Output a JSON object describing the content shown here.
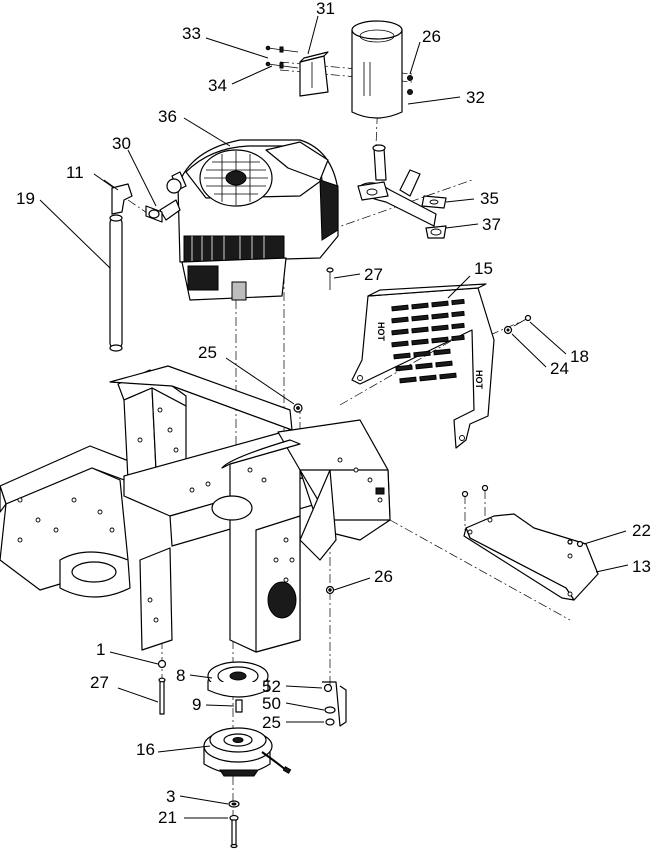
{
  "callouts": {
    "c31": "31",
    "c33": "33",
    "c26a": "26",
    "c34": "34",
    "c32": "32",
    "c36": "36",
    "c30": "30",
    "c11": "11",
    "c19": "19",
    "c35": "35",
    "c37": "37",
    "c27a": "27",
    "c15": "15",
    "c18": "18",
    "c24": "24",
    "c25a": "25",
    "c22": "22",
    "c13": "13",
    "c26b": "26",
    "c1": "1",
    "c8": "8",
    "c52": "52",
    "c27b": "27",
    "c9": "9",
    "c50": "50",
    "c25b": "25",
    "c16": "16",
    "c3": "3",
    "c21": "21"
  },
  "heat_shield": {
    "label": "HOT"
  },
  "colors": {
    "line": "#000000",
    "background": "#ffffff",
    "shade": "#bdbdbd"
  }
}
